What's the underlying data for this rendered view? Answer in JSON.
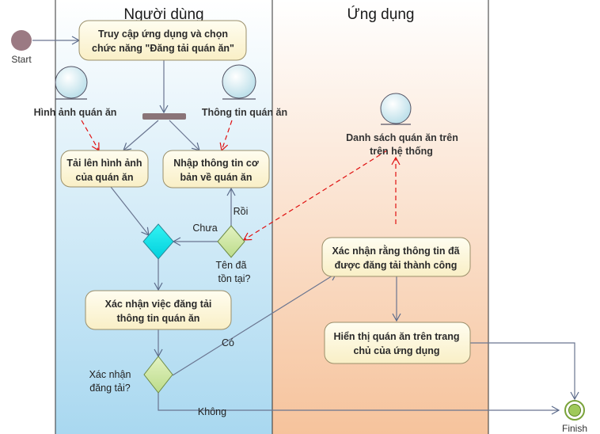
{
  "swimlanes": {
    "user_lane_title": "Người dùng",
    "app_lane_title": "Ứng dụng"
  },
  "start_label": "Start",
  "finish_label": "Finish",
  "objects": {
    "image_object": "Hình ảnh quán ăn",
    "info_object": "Thông tin quán ăn",
    "list_object_line1": "Danh sách quán ăn trên",
    "list_object_line2": "trên hệ thống"
  },
  "actions": {
    "access_line1": "Truy cập ứng dụng và chọn",
    "access_line2": "chức năng \"Đăng tải quán ăn\"",
    "upload_line1": "Tải lên hình ảnh",
    "upload_line2": "của quán ăn",
    "enter_info_line1": "Nhập thông tin cơ",
    "enter_info_line2": "bản về quán ăn",
    "confirm_post_line1": "Xác nhận việc đăng tải",
    "confirm_post_line2": "thông tin quán ăn",
    "confirm_success_line1": "Xác nhận rằng thông tin đã",
    "confirm_success_line2": "được đăng tải thành công",
    "display_line1": "Hiển thị quán ăn trên trang",
    "display_line2": "chủ của ứng dụng"
  },
  "decisions": {
    "exists_line1": "Tên đã",
    "exists_line2": "tồn tại?",
    "confirm_line1": "Xác nhận",
    "confirm_line2": "đăng tải?"
  },
  "guards": {
    "not_yet": "Chưa",
    "already": "Rồi",
    "yes": "Có",
    "no": "Không"
  }
}
